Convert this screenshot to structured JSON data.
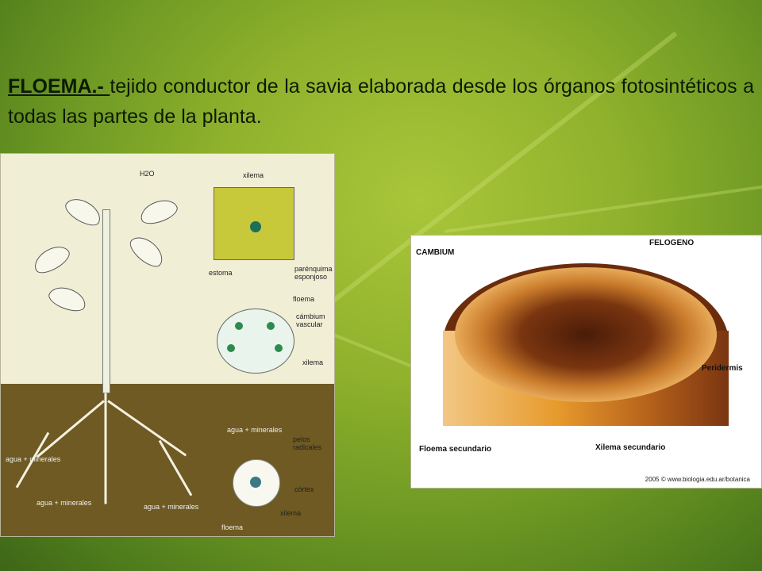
{
  "heading": {
    "title_word": "FLOEMA.- ",
    "description": "tejido conductor de la savia elaborada desde los órganos fotosintéticos a todas las partes de la planta."
  },
  "plant_diagram": {
    "labels": {
      "xilema_top": "xilema",
      "estoma": "estoma",
      "parenquima": "parénquima esponjoso",
      "floema": "floema",
      "cambium": "cámbium vascular",
      "xilema_mid": "xilema",
      "pelos": "pelos radicales",
      "cortex": "córtex",
      "xilema_root": "xilema",
      "floema_root": "floema",
      "agua1": "agua + minerales",
      "agua2": "agua + minerales",
      "agua3": "agua + minerales",
      "agua4": "agua + minerales",
      "h2o": "H2O"
    }
  },
  "trunk_diagram": {
    "labels": {
      "cambium": "CAMBIUM",
      "felogeno": "FELOGENO",
      "peridermis": "Peridermis",
      "floema_sec": "Floema secundario",
      "xilema_sec": "Xilema secundario",
      "credit": "2005 © www.biologia.edu.ar/botanica"
    }
  }
}
